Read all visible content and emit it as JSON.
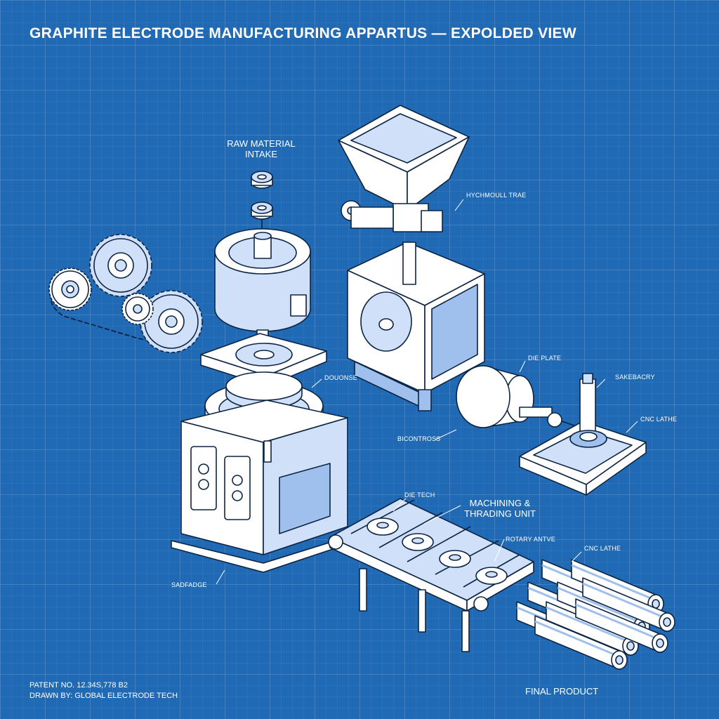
{
  "title": "GRAPHITE ELECTRODE MANUFACTURING APPARTUS — EXPOLDED VIEW",
  "labels": {
    "raw_material": "RAW MATERIAL\nINTAKE",
    "hydraulic": "HYCHMOULL TRAE",
    "dounense": "DOUONSE",
    "die_plate": "DIE PLATE",
    "sakebacry": "SAKEBACRY",
    "cnc_lathe_top": "CNC LATHE",
    "bicontross": "BICONTROSS",
    "die_tech": "DIE TECH",
    "machining": "MACHINING &\nTHRADING UNIT",
    "rotary": "ROTARY ANTVE",
    "cnc_lathe_bottom": "CNC LATHE",
    "sadfadge": "SADFADGE",
    "final_product": "FINAL PRODUCT"
  },
  "footer": {
    "patent": "PATENT NO. 12.34S,778 B2",
    "drawn_by": "DRAWN BY: GLOBAL ELECTRODE TECH"
  },
  "colors": {
    "background": "#2069b4",
    "part_fill": "#ffffff",
    "part_tint": "#cfe0f8",
    "outline": "#0b2444"
  }
}
